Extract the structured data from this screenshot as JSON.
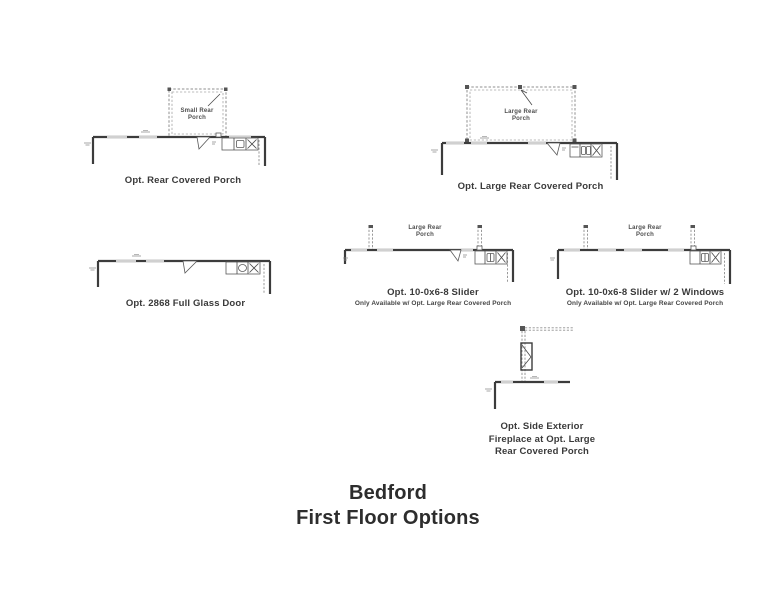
{
  "page": {
    "title": {
      "line1": "Bedford",
      "line2": "First Floor Options"
    },
    "colors": {
      "wall": "#3c3c3c",
      "porch_dash": "#8f8f8f",
      "caption_text": "#3a3a3a",
      "title_text": "#2d2d2d",
      "background": "#ffffff"
    }
  },
  "diagrams": {
    "rear_porch": {
      "caption": "Opt. Rear Covered Porch",
      "porch_label_1": "Small Rear",
      "porch_label_2": "Porch"
    },
    "large_rear_porch": {
      "caption": "Opt. Large Rear Covered Porch",
      "porch_label_1": "Large Rear",
      "porch_label_2": "Porch"
    },
    "glass_door": {
      "caption": "Opt. 2868 Full Glass Door"
    },
    "slider": {
      "caption": "Opt. 10-0x6-8 Slider",
      "subtitle": "Only Available w/ Opt. Large Rear Covered Porch",
      "porch_label_1": "Large Rear",
      "porch_label_2": "Porch"
    },
    "slider_2_windows": {
      "caption": "Opt. 10-0x6-8 Slider w/ 2 Windows",
      "subtitle": "Only Available w/ Opt. Large Rear Covered Porch",
      "porch_label_1": "Large Rear",
      "porch_label_2": "Porch"
    },
    "side_fireplace": {
      "caption_1": "Opt. Side Exterior",
      "caption_2": "Fireplace at Opt. Large",
      "caption_3": "Rear Covered Porch"
    }
  }
}
